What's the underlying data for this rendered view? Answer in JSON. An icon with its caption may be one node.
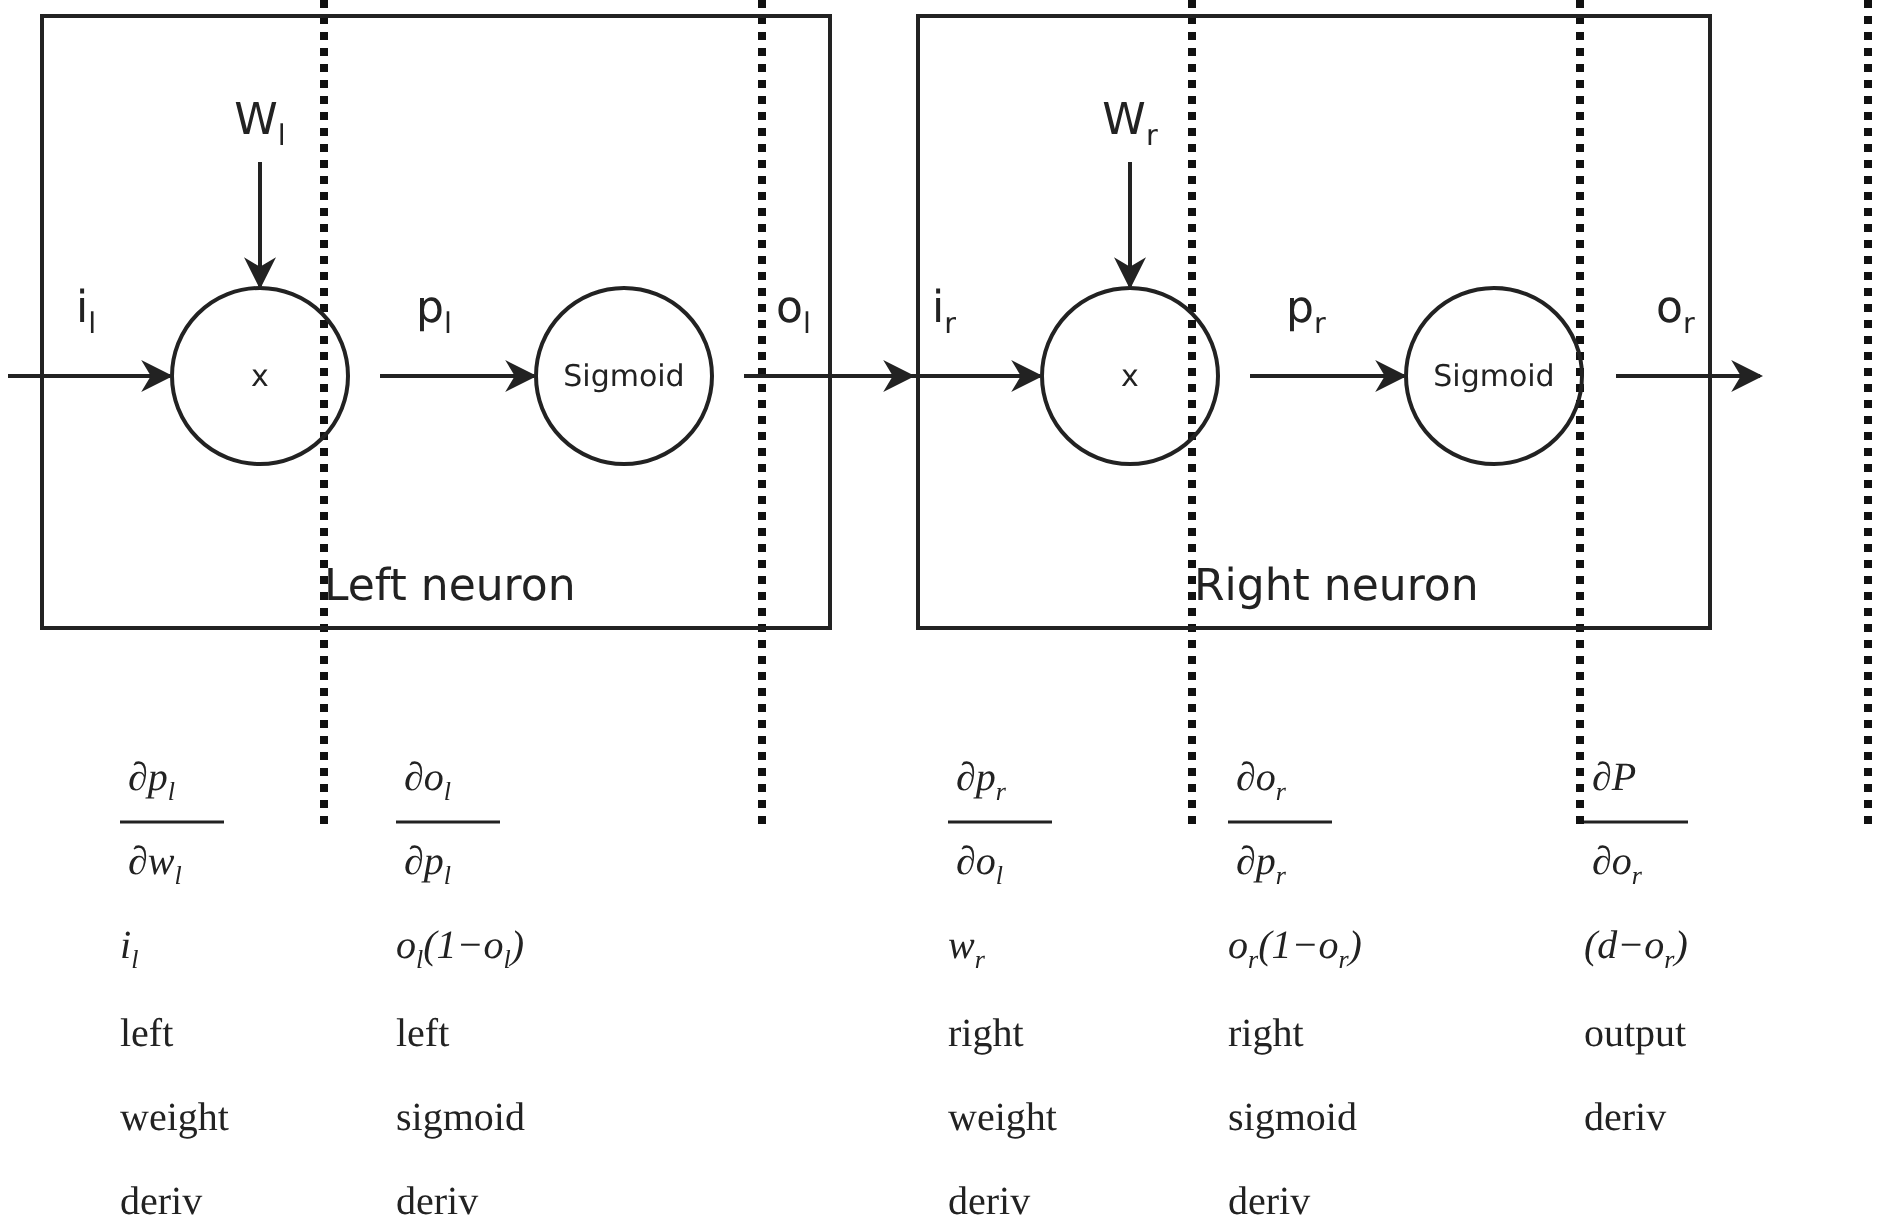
{
  "diagram": {
    "nodes": [
      {
        "text": [
          "Left neuron"
        ]
      },
      {
        "text": [
          "W$_{l}$"
        ],
        "in": 0
      },
      {
        "text": [
          "x"
        ],
        "in": 0
      },
      {
        "text": [
          "Sigmoid"
        ],
        "in": 0
      },
      {
        "text": [
          "Right neuron"
        ]
      },
      {
        "text": [
          "W$_{r}$"
        ],
        "in": 4
      },
      {
        "text": [
          "x"
        ],
        "in": 4
      },
      {
        "text": [
          "Sigmoid"
        ],
        "in": 4
      }
    ],
    "edges": [
      {
        "from": null,
        "to": 2,
        "arrow": "to",
        "label": "i$_{l}$"
      },
      {
        "from": 1,
        "to": 2,
        "arrow": "to"
      },
      {
        "from": 2,
        "to": 3,
        "arrow": "to",
        "label": "p$_{l}$"
      },
      {
        "from": 3,
        "to": 6,
        "arrow": "to",
        "label": "o$_{l}$"
      },
      {
        "from": 5,
        "to": 6,
        "arrow": "to"
      },
      {
        "from": 6,
        "to": 7,
        "arrow": "to",
        "label": "p$_{r}$"
      },
      {
        "from": 7,
        "to": null,
        "arrow": "to",
        "label": "o$_{r}$"
      }
    ],
    "labels": [
      "i$_{r}$",
      "∂p$_{l}$",
      "∂o$_{l}$",
      "∂p$_{r}$",
      "∂o$_{r}$",
      "∂P",
      "∂w$_{l}$",
      "∂p$_{l}$",
      "∂o$_{l}$",
      "∂p$_{r}$",
      "∂o$_{r}$",
      "i$_{l}$",
      "o$_{l}$(1−o$_{l}$)",
      "w$_{r}$",
      "o$_{r}$(1−o$_{r}$)",
      "(d−o$_{r}$)",
      "left",
      "left",
      "right",
      "right",
      "output",
      "weight",
      "sigmoid",
      "weight",
      "sigmoid",
      "deriv",
      "deriv",
      "deriv",
      "deriv",
      "deriv"
    ]
  }
}
